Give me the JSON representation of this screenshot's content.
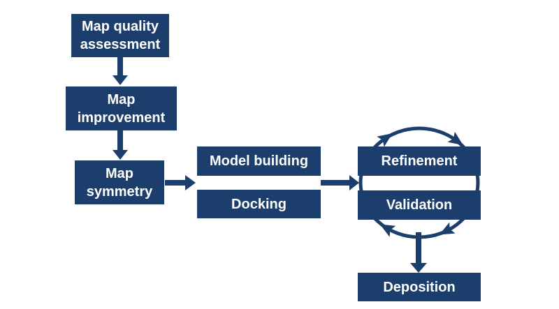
{
  "colors": {
    "accent": "#1c3e6c",
    "background": "#ffffff",
    "text": "#ffffff"
  },
  "nodes": {
    "map_quality": {
      "line1": "Map quality",
      "line2": "assessment"
    },
    "map_improvement": {
      "line1": "Map",
      "line2": "improvement"
    },
    "map_symmetry": {
      "line1": "Map",
      "line2": "symmetry"
    },
    "model_building": {
      "label": "Model building"
    },
    "docking": {
      "label": "Docking"
    },
    "refinement": {
      "label": "Refinement"
    },
    "validation": {
      "label": "Validation"
    },
    "deposition": {
      "label": "Deposition"
    }
  }
}
